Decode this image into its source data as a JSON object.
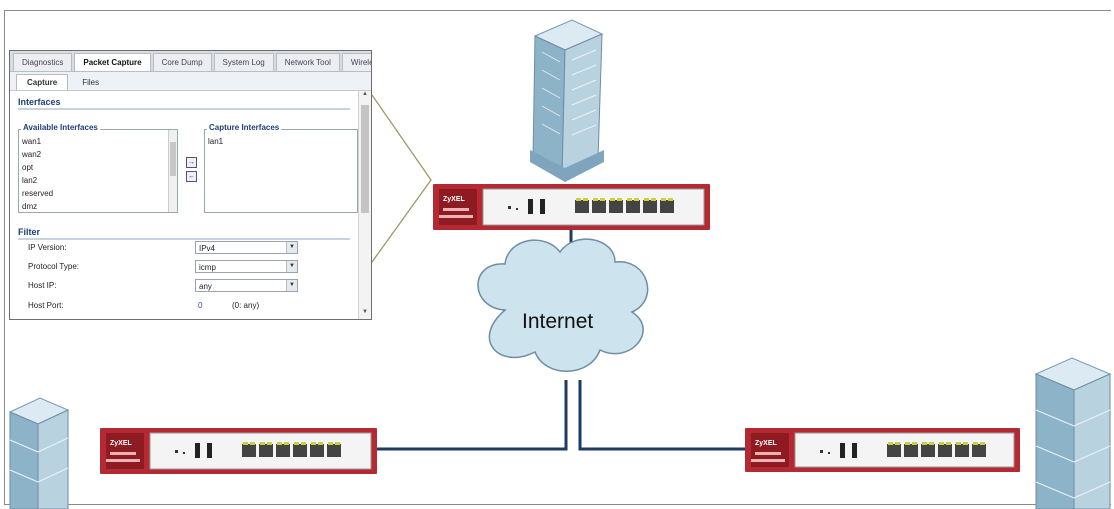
{
  "diagram": {
    "cloud_label": "Internet",
    "colors": {
      "device_red": "#b52a32",
      "device_face": "#f4f4f4",
      "link": "#1f3b63",
      "cloud_fill": "#cde3ee",
      "building": "#8db3c9"
    },
    "device_brand": "ZyXEL"
  },
  "panel": {
    "tabs": [
      "Diagnostics",
      "Packet Capture",
      "Core Dump",
      "System Log",
      "Network Tool",
      "Wireless Frame"
    ],
    "active_tab": "Packet Capture",
    "subtabs": [
      "Capture",
      "Files"
    ],
    "interfaces_title": "Interfaces",
    "available_label": "Available Interfaces",
    "available": [
      "wan1",
      "wan2",
      "opt",
      "lan2",
      "reserved",
      "dmz"
    ],
    "capture_label": "Capture Interfaces",
    "capture": [
      "lan1"
    ],
    "filter_title": "Filter",
    "filters": [
      {
        "label": "IP Version:",
        "value": "IPv4"
      },
      {
        "label": "Protocol Type:",
        "value": "icmp"
      },
      {
        "label": "Host IP:",
        "value": "any"
      }
    ],
    "host_port_label": "Host Port:",
    "host_port_value": "0",
    "host_port_hint": "(0: any)"
  }
}
